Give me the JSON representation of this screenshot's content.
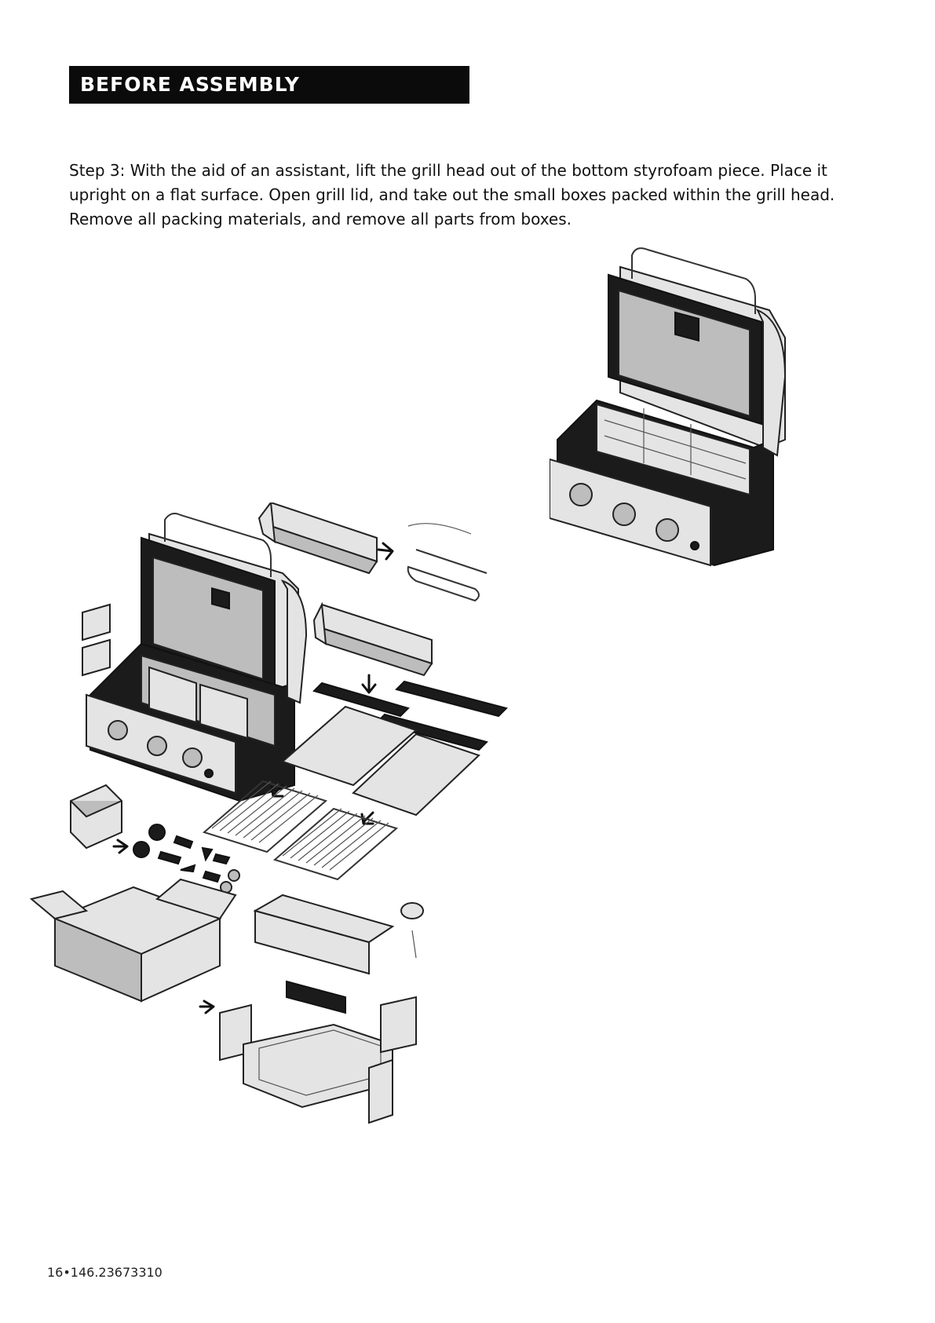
{
  "section": {
    "title": "BEFORE ASSEMBLY"
  },
  "step": {
    "text": "Step 3: With the aid of an assistant, lift the grill head out of the bottom styrofoam piece. Place it upright on a flat surface. Open grill lid, and take out the small boxes packed within the grill head. Remove all packing materials, and remove all parts from boxes."
  },
  "footer": {
    "code": "16•146.23673310"
  },
  "illustrations": {
    "assembled": "grill-head-packed-icon",
    "exploded": "grill-head-unpacked-parts-icon"
  }
}
